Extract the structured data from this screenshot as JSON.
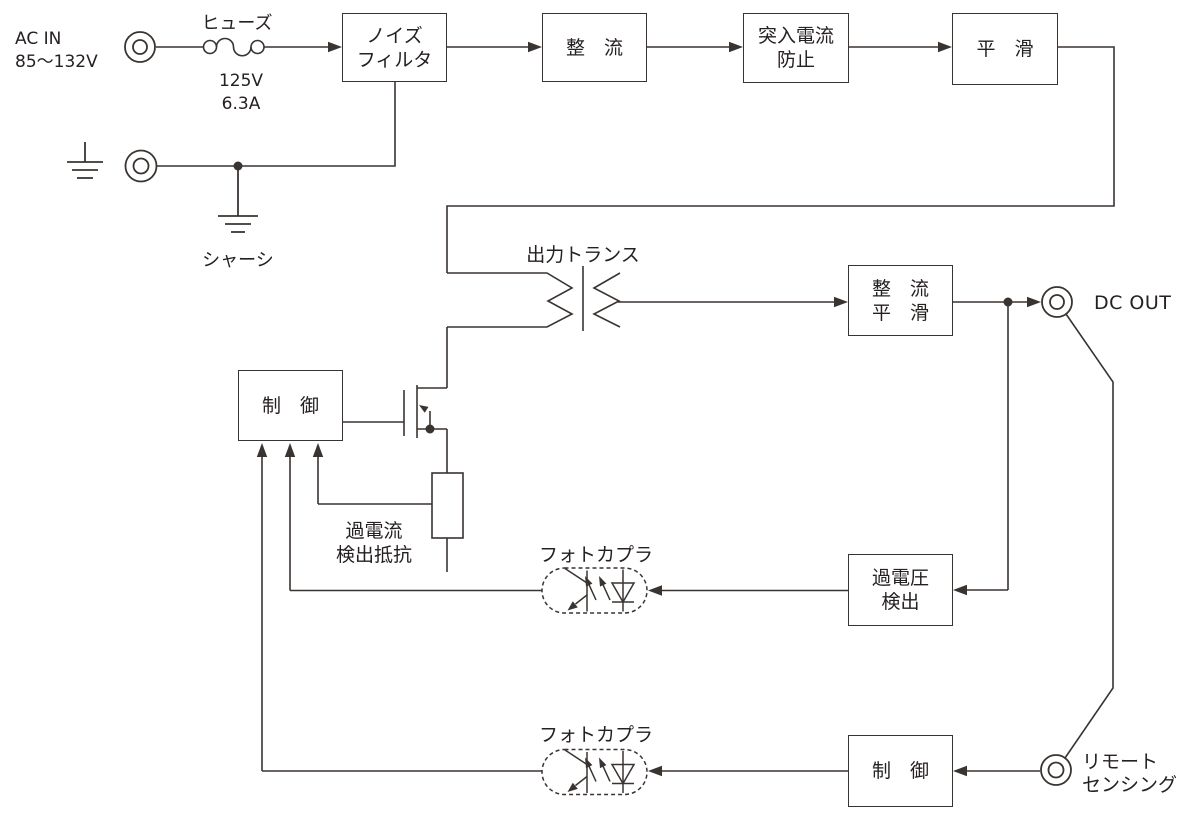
{
  "colors": {
    "line": "#3a3431",
    "text": "#262020",
    "background": "#ffffff"
  },
  "labels": {
    "ac_in_line1": "AC IN",
    "ac_in_line2": "85〜132V",
    "fuse": "ヒューズ",
    "fuse_voltage": "125V",
    "fuse_current": "6.3A",
    "chassis": "シャーシ",
    "output_transformer": "出力トランス",
    "sense_resistor_line1": "過電流",
    "sense_resistor_line2": "検出抵抗",
    "photocoupler1": "フォトカプラ",
    "photocoupler2": "フォトカプラ",
    "dc_out": "DC OUT",
    "remote_line1": "リモート",
    "remote_line2": "センシング"
  },
  "blocks": {
    "noise_filter": {
      "line1": "ノイズ",
      "line2": "フィルタ"
    },
    "rectifier": {
      "line1": "整　流"
    },
    "inrush_protection": {
      "line1": "突入電流",
      "line2": "防止"
    },
    "smoothing": {
      "line1": "平　滑"
    },
    "output_rectifier_smoothing": {
      "line1": "整　流",
      "line2": "平　滑"
    },
    "control_primary": {
      "line1": "制　御"
    },
    "overvoltage_detection": {
      "line1": "過電圧",
      "line2": "検出"
    },
    "control_secondary": {
      "line1": "制　御"
    }
  }
}
